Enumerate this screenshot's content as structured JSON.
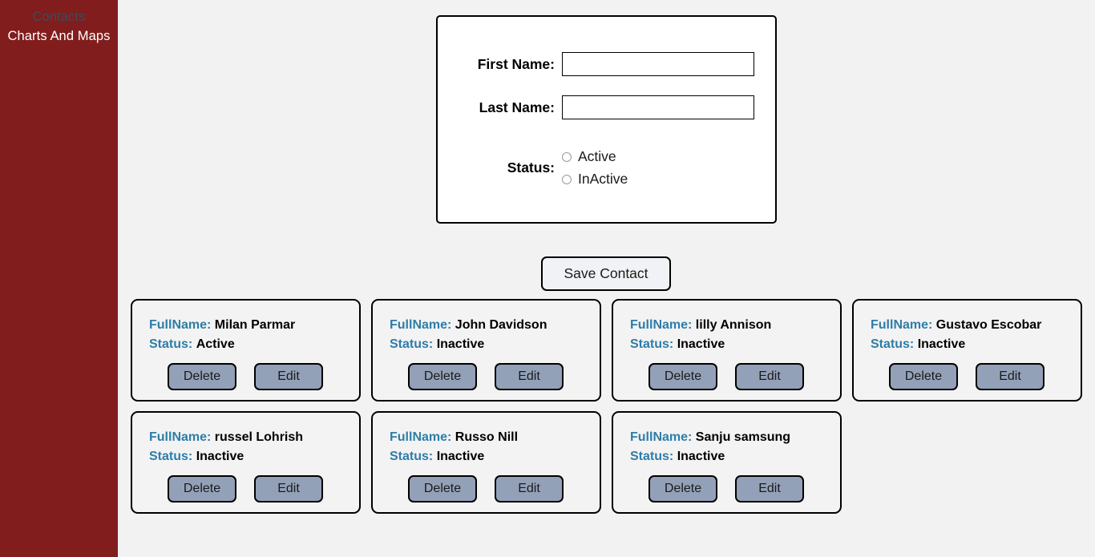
{
  "sidebar": {
    "items": [
      {
        "label": "Contacts",
        "style": "muted"
      },
      {
        "label": "Charts And Maps",
        "style": "light"
      }
    ]
  },
  "form": {
    "first_name": {
      "label": "First Name:",
      "value": "",
      "placeholder": ""
    },
    "last_name": {
      "label": "Last Name:",
      "value": "",
      "placeholder": ""
    },
    "status": {
      "label": "Status:",
      "options": [
        {
          "label": "Active",
          "selected": false
        },
        {
          "label": "InActive",
          "selected": false
        }
      ]
    }
  },
  "actions": {
    "save_label": "Save Contact"
  },
  "card_labels": {
    "fullname_key": "FullName:",
    "status_key": "Status:",
    "delete_label": "Delete",
    "edit_label": "Edit"
  },
  "contacts": [
    {
      "fullname": "Milan Parmar",
      "status": "Active"
    },
    {
      "fullname": "John Davidson",
      "status": "Inactive"
    },
    {
      "fullname": "lilly Annison",
      "status": "Inactive"
    },
    {
      "fullname": "Gustavo Escobar",
      "status": "Inactive"
    },
    {
      "fullname": "russel Lohrish",
      "status": "Inactive"
    },
    {
      "fullname": "Russo Nill",
      "status": "Inactive"
    },
    {
      "fullname": "Sanju samsung",
      "status": "Inactive"
    }
  ],
  "colors": {
    "sidebar_bg": "#821d1d",
    "page_bg": "#f2f2f2",
    "card_key": "#2e7da8",
    "button_fill": "#93a1b8",
    "muted_link": "#3d4a5c"
  }
}
